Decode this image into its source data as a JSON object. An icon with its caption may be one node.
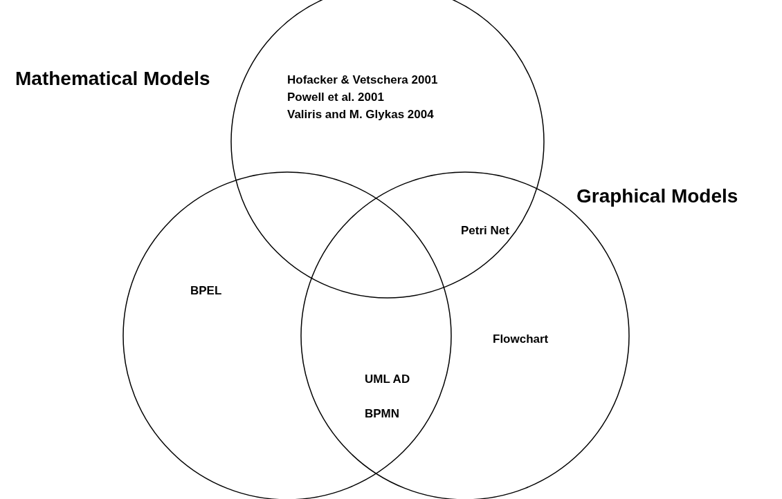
{
  "diagram": {
    "nodes": [
      {
        "text": [
          "Mathematical Models",
          "Hofacker & Vetschera 2001",
          "Powell et al. 2001",
          "Valiris and M. Glykas 2004"
        ]
      },
      {
        "text": [
          "BPEL"
        ]
      },
      {
        "text": [
          "Graphical Models",
          "Flowchart"
        ]
      }
    ],
    "labels": [
      "Petri Net",
      "UML AD",
      "BPMN"
    ]
  }
}
